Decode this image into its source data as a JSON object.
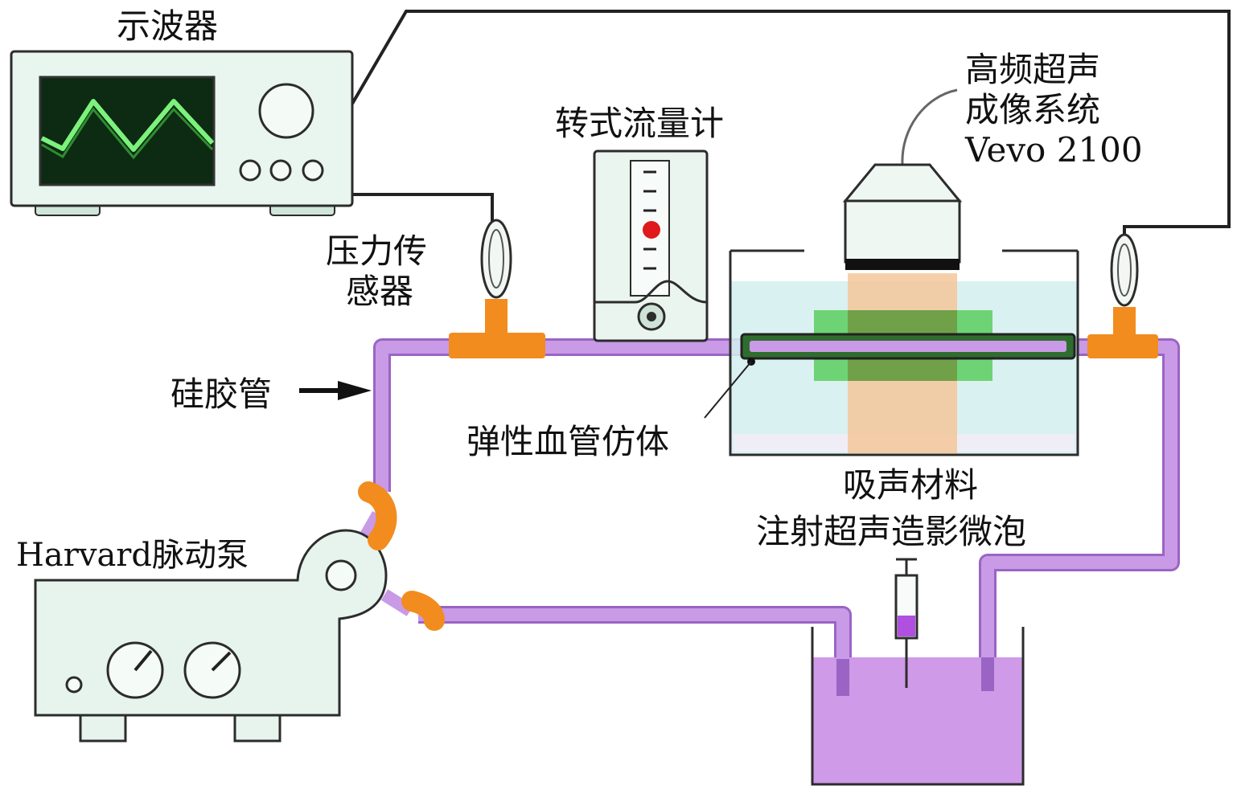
{
  "labels": {
    "oscilloscope": "示波器",
    "flowmeter": "转式流量计",
    "imaging_line1": "高频超声",
    "imaging_line2": "成像系统",
    "imaging_line3": "Vevo 2100",
    "pressure_line1": "压力传",
    "pressure_line2": "感器",
    "silicone_tube": "硅胶管",
    "vessel_phantom": "弹性血管仿体",
    "absorber": "吸声材料",
    "microbubble": "注射超声造影微泡",
    "pump": "Harvard脉动泵"
  },
  "colors": {
    "device_fill": "#e9f5ef",
    "device_stroke": "#2c2c2c",
    "screen": "#0d2a12",
    "wave": "#6cf06c",
    "tube": "#c99ae6",
    "tube_edge": "#9a64c4",
    "connector": "#f28c1e",
    "tank_water": "#d3eeee",
    "reservoir_liquid": "#cf9ae8",
    "phantom_zone": "#4ac84a",
    "beam": "#f5c79a",
    "flow_marker": "#e0191c",
    "wire": "#222222"
  },
  "icons": {
    "oscilloscope": "oscilloscope-icon",
    "flowmeter": "rotameter-icon",
    "transducer": "ultrasound-transducer-icon",
    "pressure_sensor": "pressure-sensor-icon",
    "pump": "pulsatile-pump-icon",
    "syringe": "syringe-icon",
    "arrow": "arrow-right-icon"
  }
}
